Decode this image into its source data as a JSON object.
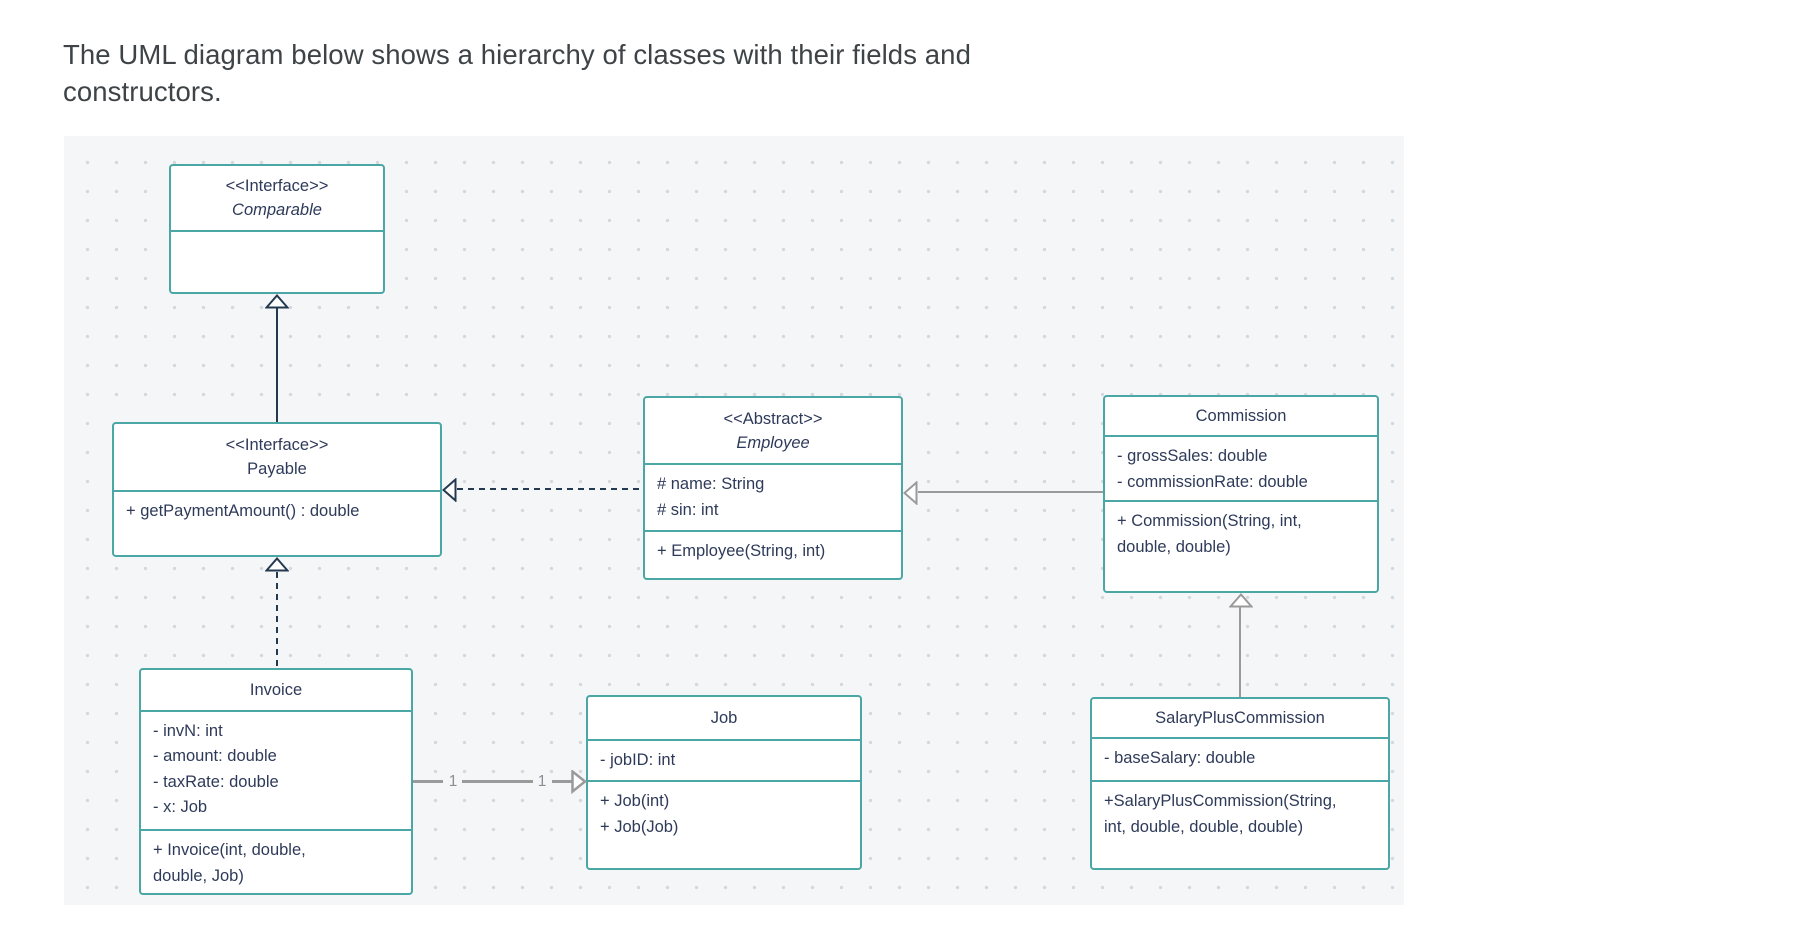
{
  "page": {
    "title": "The UML diagram below shows a hierarchy of classes with their fields and constructors."
  },
  "classes": {
    "comparable": {
      "stereotype": "<<Interface>>",
      "name": "Comparable",
      "fields": [],
      "methods": []
    },
    "payable": {
      "stereotype": "<<Interface>>",
      "name": "Payable",
      "fields": [],
      "methods": [
        "+ getPaymentAmount() : double"
      ]
    },
    "employee": {
      "stereotype": "<<Abstract>>",
      "name": "Employee",
      "fields": [
        "# name: String",
        "# sin: int"
      ],
      "methods": [
        "+ Employee(String, int)"
      ]
    },
    "commission": {
      "name": "Commission",
      "fields": [
        "- grossSales: double",
        "- commissionRate: double"
      ],
      "methods": [
        "+ Commission(String, int, double, double)"
      ]
    },
    "invoice": {
      "name": "Invoice",
      "fields": [
        "- invN: int",
        "- amount: double",
        "- taxRate: double",
        "- x: Job"
      ],
      "methods": [
        "+ Invoice(int, double, double, Job)"
      ]
    },
    "job": {
      "name": "Job",
      "fields": [
        "- jobID: int"
      ],
      "methods": [
        "+ Job(int)",
        "+ Job(Job)"
      ]
    },
    "salary_plus_commission": {
      "name": "SalaryPlusCommission",
      "fields": [
        "- baseSalary: double"
      ],
      "methods": [
        "+SalaryPlusCommission(String, int, double, double, double)"
      ]
    }
  },
  "associations": {
    "invoice_job": {
      "source_label": "1",
      "target_label": "1"
    }
  },
  "colors": {
    "box_border": "#4aa7a5",
    "text": "#2e3a59",
    "navy_connector": "#233950",
    "gray_connector": "#9a9a9a",
    "canvas_bg": "#f5f6f8",
    "grid_dot": "#d4d8de"
  }
}
